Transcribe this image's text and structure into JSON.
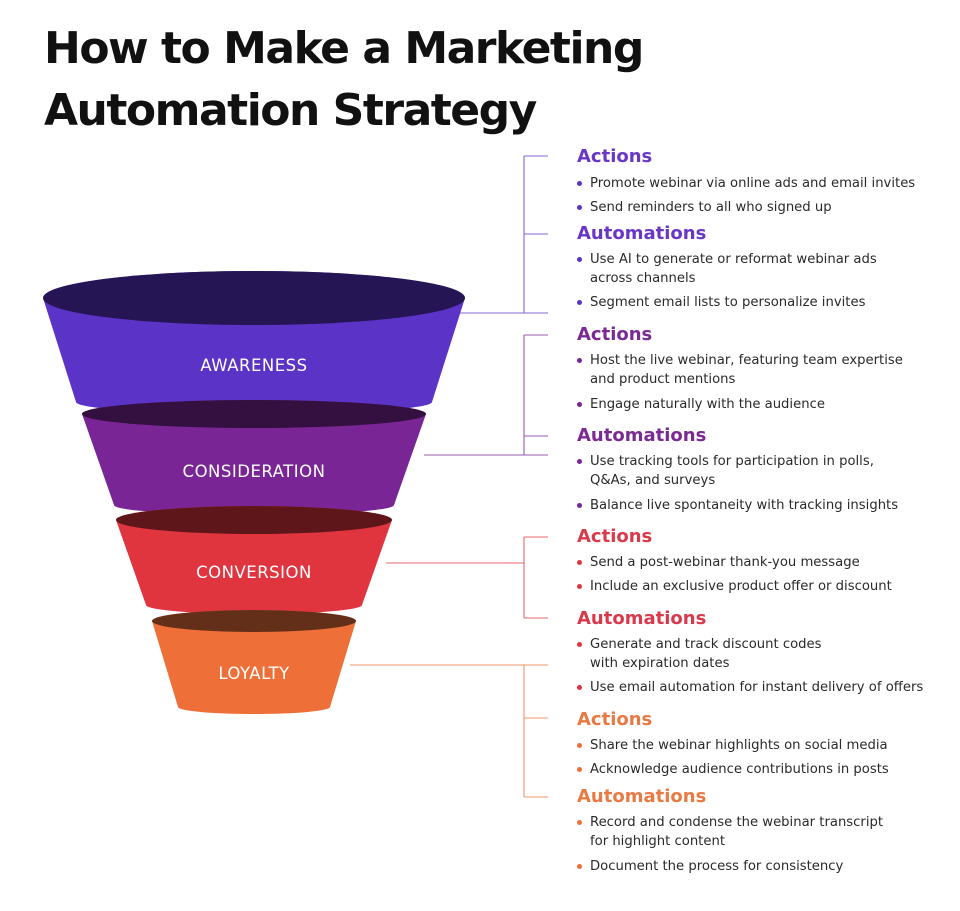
{
  "title": {
    "line1": "How to Make a Marketing",
    "line2": "Automation Strategy"
  },
  "colors": {
    "awareness": "#5b33c7",
    "consideration": "#7a2596",
    "conversion": "#e0343f",
    "loyalty": "#ee7038",
    "awareness_heading": "#6a37c4",
    "consideration_heading": "#7b2a93",
    "conversion_heading": "#d93a4b",
    "loyalty_heading": "#e87a43"
  },
  "stages": [
    {
      "label": "AWARENESS",
      "actions": {
        "heading": "Actions",
        "items": [
          [
            "Promote webinar via online ads and email invites"
          ],
          [
            "Send reminders to all who signed up"
          ]
        ]
      },
      "automations": {
        "heading": "Automations",
        "items": [
          [
            "Use AI to generate or reformat webinar ads",
            "across channels"
          ],
          [
            "Segment email lists to personalize invites"
          ]
        ]
      }
    },
    {
      "label": "CONSIDERATION",
      "actions": {
        "heading": "Actions",
        "items": [
          [
            "Host the live webinar, featuring team expertise",
            "and product mentions"
          ],
          [
            "Engage naturally with the audience"
          ]
        ]
      },
      "automations": {
        "heading": "Automations",
        "items": [
          [
            "Use tracking tools for participation in polls,",
            "Q&As, and surveys"
          ],
          [
            "Balance live spontaneity with tracking insights"
          ]
        ]
      }
    },
    {
      "label": "CONVERSION",
      "actions": {
        "heading": "Actions",
        "items": [
          [
            "Send a post-webinar thank-you message"
          ],
          [
            "Include an exclusive product offer or discount"
          ]
        ]
      },
      "automations": {
        "heading": "Automations",
        "items": [
          [
            "Generate and track discount codes",
            "with expiration dates"
          ],
          [
            "Use email automation for instant delivery of offers"
          ]
        ]
      }
    },
    {
      "label": "LOYALTY",
      "actions": {
        "heading": "Actions",
        "items": [
          [
            "Share the webinar highlights on social media"
          ],
          [
            "Acknowledge audience contributions in posts"
          ]
        ]
      },
      "automations": {
        "heading": "Automations",
        "items": [
          [
            "Record and condense the webinar transcript",
            "for highlight content"
          ],
          [
            "Document the process for consistency"
          ]
        ]
      }
    }
  ]
}
